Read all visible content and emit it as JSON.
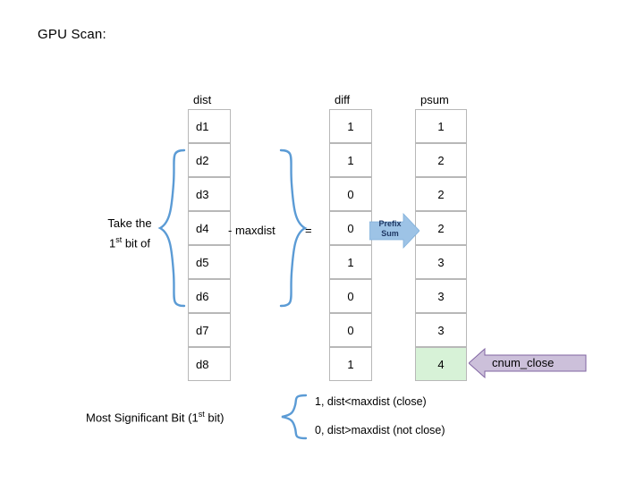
{
  "title": "GPU Scan:",
  "columns": {
    "dist": "dist",
    "diff": "diff",
    "psum": "psum"
  },
  "rows": [
    {
      "dist": "d1",
      "diff": "1",
      "psum": "1"
    },
    {
      "dist": "d2",
      "diff": "1",
      "psum": "2"
    },
    {
      "dist": "d3",
      "diff": "0",
      "psum": "2"
    },
    {
      "dist": "d4",
      "diff": "0",
      "psum": "2"
    },
    {
      "dist": "d5",
      "diff": "1",
      "psum": "3"
    },
    {
      "dist": "d6",
      "diff": "0",
      "psum": "3"
    },
    {
      "dist": "d7",
      "diff": "0",
      "psum": "3"
    },
    {
      "dist": "d8",
      "diff": "1",
      "psum": "4"
    }
  ],
  "labels": {
    "take_the": "Take the",
    "first_bit_of": "1",
    "first_bit_of_sup": "st",
    "first_bit_of_rest": " bit of",
    "minus_maxdist": "- maxdist",
    "equals": "=",
    "prefix_sum_line1": "Prefix",
    "prefix_sum_line2": "Sum",
    "cnum_close": "cnum_close",
    "msb_pre": "Most Significant Bit (1",
    "msb_sup": "st",
    "msb_post": " bit)",
    "note_close": "1, dist<maxdist (close)",
    "note_not_close": "0, dist>maxdist (not close)"
  },
  "colors": {
    "brace": "#5B9BD5",
    "prefix_arrow_fill": "#9DC3E6",
    "prefix_arrow_text": "#1F3864",
    "cnum_arrow_fill": "#CCC0DA",
    "cnum_arrow_border": "#8064A2",
    "highlight_cell": "#D7F2D7",
    "cell_border": "#B8B8B8"
  }
}
